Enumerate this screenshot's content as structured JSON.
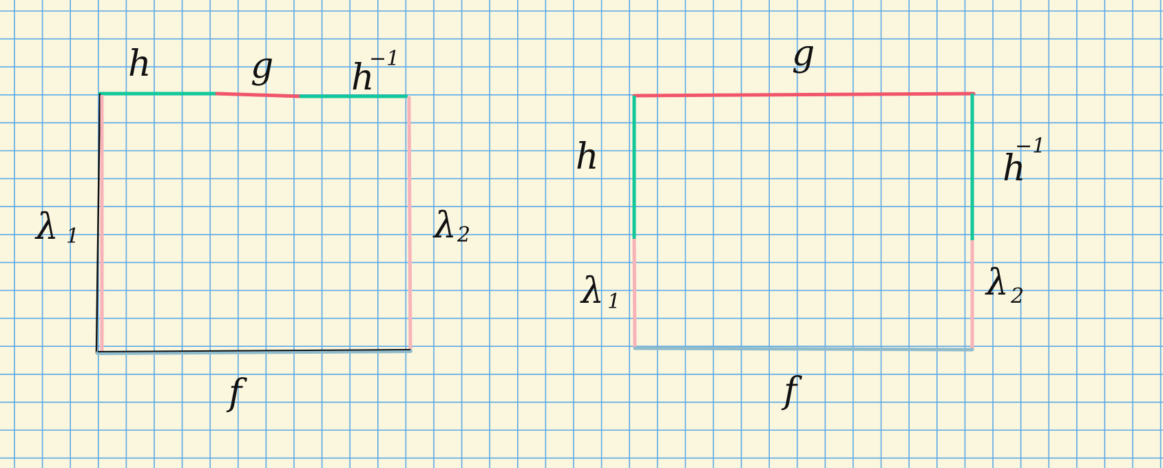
{
  "colors": {
    "background": "#fbf6de",
    "grid": "#5aa9e6",
    "h_edge": "#12c79a",
    "g_edge": "#f0556a",
    "lambda_edge": "#f7b3b8",
    "f_edge": "#8fbccd",
    "ink": "#111111"
  },
  "left_square": {
    "h": "h",
    "g": "g",
    "h_inv_base": "h",
    "h_inv_exp": "−1",
    "lambda1_base": "λ",
    "lambda1_sub": "1",
    "lambda2_base": "λ",
    "lambda2_sub": "2",
    "f": "f"
  },
  "right_square": {
    "g": "g",
    "h": "h",
    "h_inv_base": "h",
    "h_inv_exp": "−1",
    "lambda1_base": "λ",
    "lambda1_sub": "1",
    "lambda2_base": "λ",
    "lambda2_sub": "2",
    "f": "f"
  }
}
